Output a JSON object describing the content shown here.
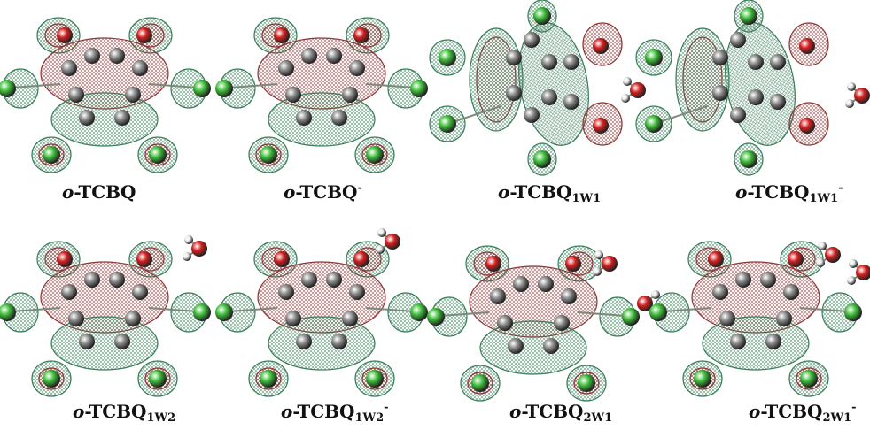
{
  "panels": [
    {
      "prefix": "o",
      "base": "-TCBQ",
      "sub": "",
      "sup": "",
      "water": 0
    },
    {
      "prefix": "o",
      "base": "-TCBQ",
      "sub": "",
      "sup": "-",
      "water": 0
    },
    {
      "prefix": "o",
      "base": "-TCBQ",
      "sub": "1W1",
      "sup": "",
      "water": 1,
      "rotated": true
    },
    {
      "prefix": "o",
      "base": "-TCBQ",
      "sub": "1W1",
      "sup": "-",
      "water": 1,
      "rotated": true
    },
    {
      "prefix": "o",
      "base": "-TCBQ",
      "sub": "1W2",
      "sup": "",
      "water": 1
    },
    {
      "prefix": "o",
      "base": "-TCBQ",
      "sub": "1W2",
      "sup": "-",
      "water": 1
    },
    {
      "prefix": "o",
      "base": "-TCBQ",
      "sub": "2W1",
      "sup": "",
      "water": 2
    },
    {
      "prefix": "o",
      "base": "-TCBQ",
      "sub": "2W1",
      "sup": "-",
      "water": 2
    }
  ],
  "colors": {
    "chlorine": "#3fbf3a",
    "oxygen": "#d42020",
    "carbon": "#8a8a8a",
    "hydrogen": "#e8e8e8",
    "lobe_positive": "#8c3535",
    "lobe_negative": "#3a7d5a",
    "background": "#ffffff"
  }
}
